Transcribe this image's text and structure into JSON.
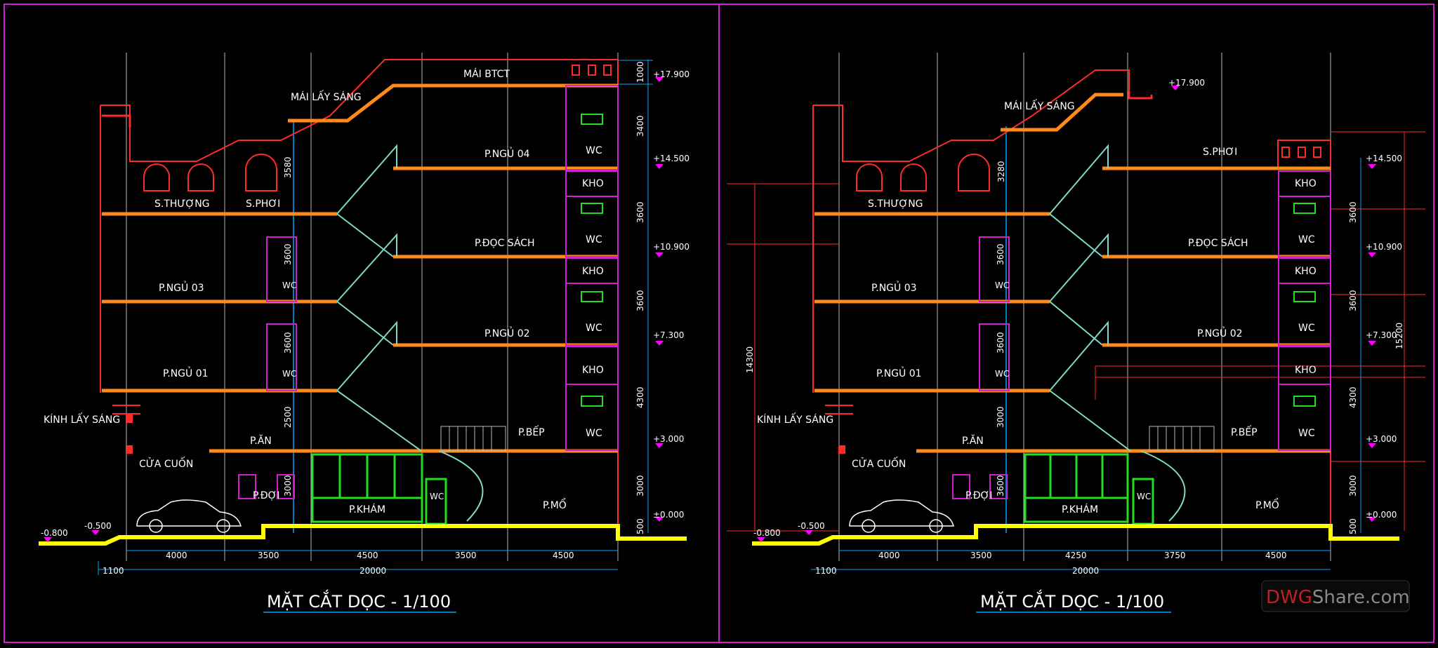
{
  "colors": {
    "background": "#000000",
    "frame": "#d020d0",
    "slab": "#ff8a1a",
    "wall": "#ff2a2a",
    "grid": "#b8b8b8",
    "dimension": "#00a8ff",
    "ground": "#ffff00",
    "stair": "#7fd8c8",
    "glass": "#22dd22",
    "box": "#d020d0",
    "marker": "#ff00ff"
  },
  "panels": [
    {
      "title": "MẶT CẮT DỌC - 1/100",
      "rooms": [
        "MÁI BTCT",
        "MÁI LẤY SÁNG",
        "P.NGỦ 04",
        "S.THƯỢNG",
        "S.PHƠI",
        "P.ĐỌC SÁCH",
        "P.NGỦ 03",
        "P.NGỦ 02",
        "P.NGỦ 01",
        "KÍNH LẤY SÁNG",
        "P.ĂN",
        "P.BẾP",
        "CỬA CUỐN",
        "P.ĐỢI",
        "P.KHÁM",
        "P.MỔ"
      ],
      "service_labels": [
        "WC",
        "KHO",
        "WC",
        "KHO",
        "WC",
        "KHO",
        "WC",
        "WC",
        "WC",
        "WC"
      ],
      "levels": [
        "+17.900",
        "+14.500",
        "+10.900",
        "+7.300",
        "+3.000",
        "±0.000",
        "-0.800",
        "-0.500"
      ],
      "vertical_dims": [
        "1000",
        "3400",
        "3600",
        "3600",
        "4300",
        "3000",
        "500",
        "3580",
        "3600",
        "3600",
        "2500",
        "3000"
      ],
      "bottom_dims": [
        "1100",
        "4000",
        "3500",
        "4500",
        "3500",
        "4500",
        "20000"
      ]
    },
    {
      "title": "MẶT CẮT DỌC - 1/100",
      "rooms": [
        "MÁI LẤY SÁNG",
        "S.PHƠI",
        "S.THƯỢNG",
        "P.ĐỌC SÁCH",
        "P.NGỦ 03",
        "P.NGỦ 02",
        "P.NGỦ 01",
        "KÍNH LẤY SÁNG",
        "P.ĂN",
        "P.BẾP",
        "CỬA CUỐN",
        "P.ĐỢI",
        "P.KHÁM",
        "P.MỔ"
      ],
      "service_labels": [
        "KHO",
        "WC",
        "KHO",
        "WC",
        "KHO",
        "WC",
        "WC",
        "WC",
        "WC"
      ],
      "levels": [
        "+17.900",
        "+14.500",
        "+10.900",
        "+7.300",
        "+3.000",
        "±0.000",
        "-0.800",
        "-0.500"
      ],
      "vertical_dims": [
        "3280",
        "3600",
        "3600",
        "3600",
        "4300",
        "3000",
        "500",
        "3600",
        "3600",
        "3000",
        "14300",
        "15200"
      ],
      "bottom_dims": [
        "1100",
        "4000",
        "3500",
        "4250",
        "3750",
        "4500",
        "20000"
      ]
    }
  ],
  "watermark": {
    "part1": "DWG",
    "part2": "Share.com"
  }
}
